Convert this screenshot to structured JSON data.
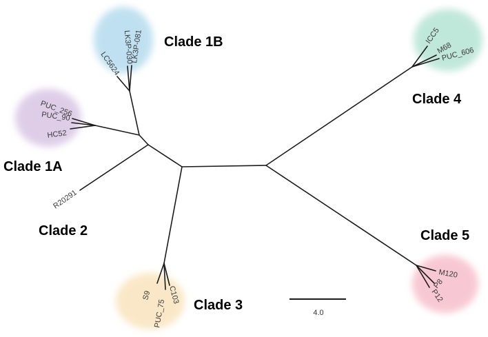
{
  "clades": {
    "c1b": {
      "label": "Clade 1B",
      "color": "#8cc8e4"
    },
    "c1a": {
      "label": "Clade 1A",
      "color": "#c5a6d6"
    },
    "c2": {
      "label": "Clade 2"
    },
    "c3": {
      "label": "Clade 3",
      "color": "#f6d59a"
    },
    "c4": {
      "label": "Clade 4",
      "color": "#8ed6bd"
    },
    "c5": {
      "label": "Clade 5",
      "color": "#f29cb0"
    }
  },
  "leaves": {
    "lc5624": "LC5624",
    "lk3p030": "LK3P-030",
    "lk3p081": "LK3P-081",
    "puc256": "PUC_256",
    "puc90": "PUC_90",
    "hc52": "HC52",
    "r20291": "R20291",
    "s9": "S9",
    "puc75": "PUC_75",
    "c103": "C103",
    "icc5": "ICC5",
    "m68": "M68",
    "puc606": "PUC_606",
    "m120": "M120",
    "p8": "P8",
    "p12": "P12"
  },
  "scale_bar": {
    "label": "4.0"
  }
}
